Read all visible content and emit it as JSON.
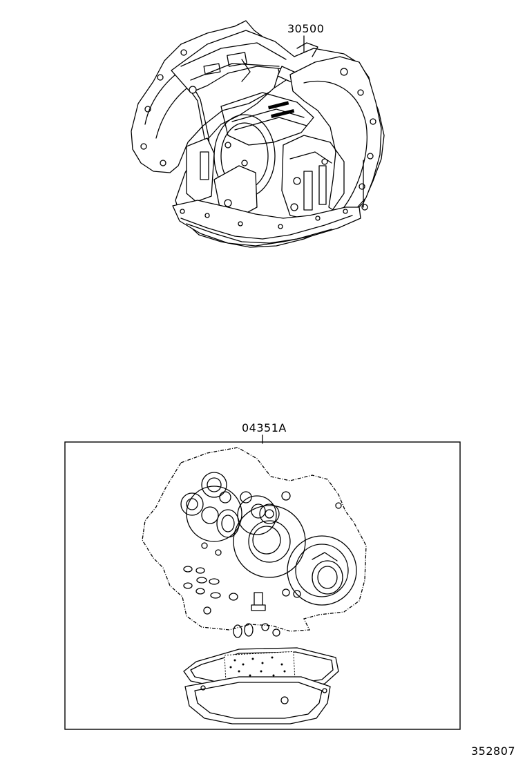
{
  "labels": {
    "transaxle_part_no": "30500",
    "gasket_kit_part_no": "04351A",
    "diagram_ref": "352807"
  }
}
